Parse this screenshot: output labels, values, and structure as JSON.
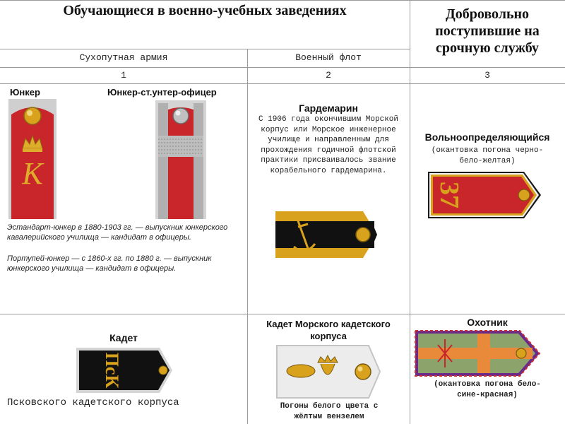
{
  "header": {
    "main_title": "Обучающиеся в военно-учебных заведениях",
    "volunteer_title": "Добровольно поступившие на срочную службу",
    "army": "Сухопутная армия",
    "navy": "Военный флот",
    "col1": "1",
    "col2": "2",
    "col3": "3"
  },
  "army": {
    "junker": "Юнкер",
    "junker_nco": "Юнкер-ст.унтер-офицер",
    "junker_cipher": "К",
    "note1": "Эстандарт-юнкер в 1880-1903 гг. — выпускник юнкерского кавалерийского училища — кандидат в офицеры.",
    "note2": "Портупей-юнкер — с 1860-х гг. по 1880 г. — выпускник юнкерского училища — кандидат в офицеры.",
    "cadet": "Кадет",
    "cadet_cipher": "ПсК",
    "cadet_corps": "Псковского кадетского корпуса"
  },
  "navy": {
    "midshipman": "Гардемарин",
    "midshipman_text": "С 1906 года окончившим Морской корпус или Морское инженерное училище и направленным для прохождения годичной флотской практики присваивалось звание корабельного гардемарина.",
    "naval_cadet": "Кадет Морского кадетского корпуса",
    "naval_cadet_note": "Погоны белого цвета с жёлтым вензелем"
  },
  "volunteer": {
    "vol": "Вольноопределяющийся",
    "vol_note": "(окантовка погона черно-бело-желтая)",
    "vol_number": "37",
    "hunter": "Охотник",
    "hunter_note": "(окантовка погона бело-сине-красная)"
  },
  "colors": {
    "red": "#c8262a",
    "gold": "#d8a21c",
    "black": "#111111",
    "grid": "#9a9a9a"
  }
}
